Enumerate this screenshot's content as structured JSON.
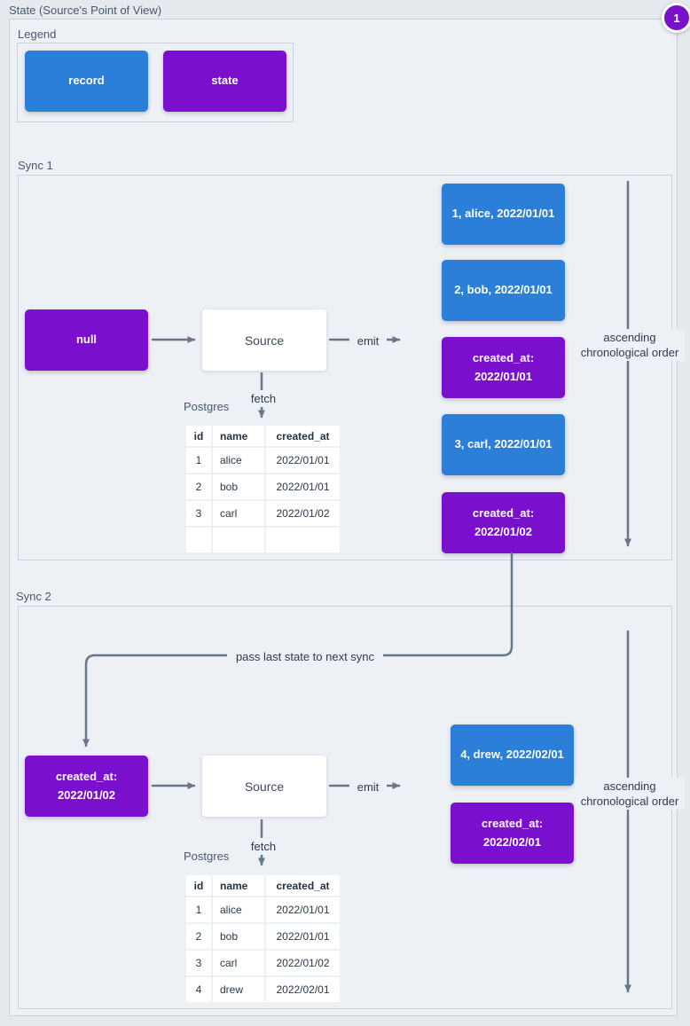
{
  "title": "State (Source's Point of View)",
  "annotation_badge": "1",
  "colors": {
    "record": "#2b7fd9",
    "state": "#7a0fce",
    "arrow": "#66778c",
    "panel_background": "#edf0f5",
    "panel_border": "#c9d1db"
  },
  "legend": {
    "label": "Legend",
    "record_label": "record",
    "state_label": "state"
  },
  "sync1": {
    "label": "Sync 1",
    "initial_state": "null",
    "source_label": "Source",
    "emit_label": "emit",
    "fetch_label": "fetch",
    "postgres_label": "Postgres",
    "ascending_label": "ascending chronological order",
    "records": [
      "1, alice, 2022/01/01",
      "2, bob, 2022/01/01",
      "created_at: 2022/01/01",
      "3, carl, 2022/01/01",
      "created_at: 2022/01/02"
    ],
    "table": {
      "headers": [
        "id",
        "name",
        "created_at"
      ],
      "rows": [
        [
          "1",
          "alice",
          "2022/01/01"
        ],
        [
          "2",
          "bob",
          "2022/01/01"
        ],
        [
          "3",
          "carl",
          "2022/01/02"
        ],
        [
          "",
          "",
          ""
        ]
      ]
    }
  },
  "connector_label": "pass last state to next sync",
  "sync2": {
    "label": "Sync 2",
    "initial_state": "created_at: 2022/01/02",
    "source_label": "Source",
    "emit_label": "emit",
    "fetch_label": "fetch",
    "postgres_label": "Postgres",
    "ascending_label": "ascending chronological order",
    "records": [
      "4, drew, 2022/02/01",
      "created_at: 2022/02/01"
    ],
    "table": {
      "headers": [
        "id",
        "name",
        "created_at"
      ],
      "rows": [
        [
          "1",
          "alice",
          "2022/01/01"
        ],
        [
          "2",
          "bob",
          "2022/01/01"
        ],
        [
          "3",
          "carl",
          "2022/01/02"
        ],
        [
          "4",
          "drew",
          "2022/02/01"
        ]
      ]
    }
  }
}
